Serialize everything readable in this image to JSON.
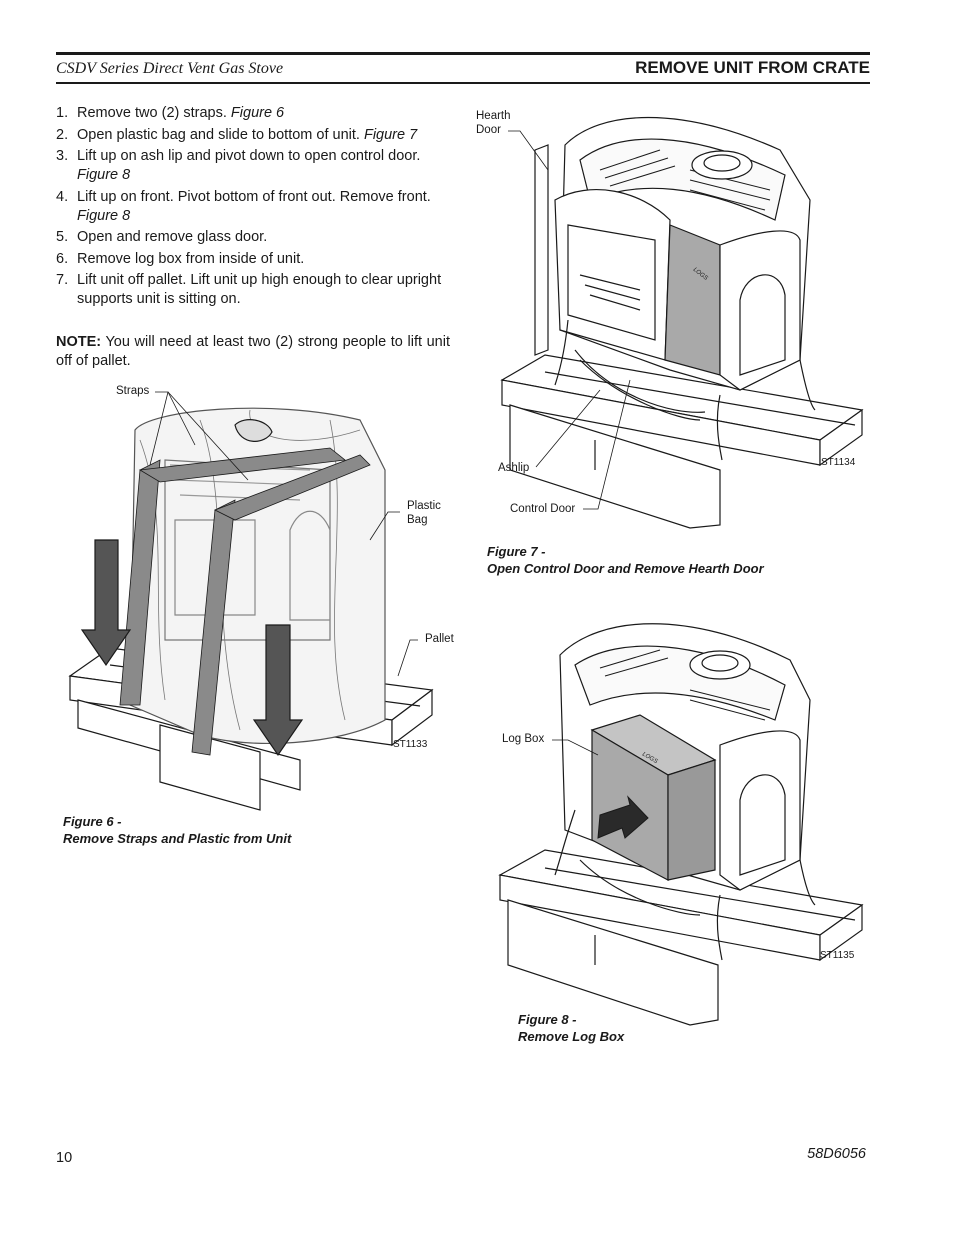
{
  "header": {
    "left": "CSDV Series Direct Vent Gas Stove",
    "right": "REMOVE UNIT FROM CRATE"
  },
  "steps": [
    {
      "num": "1.",
      "text": "Remove two (2) straps. ",
      "ref": "Figure 6"
    },
    {
      "num": "2.",
      "text": "Open plastic bag and slide to bottom of unit. ",
      "ref": "Figure 7"
    },
    {
      "num": "3.",
      "text": "Lift up on ash lip and pivot down to open control door. ",
      "ref": "Figure 8"
    },
    {
      "num": "4.",
      "text": "Lift up on front. Pivot bottom of front out. Remove front. ",
      "ref": "Figure 8"
    },
    {
      "num": "5.",
      "text": "Open and remove glass door.",
      "ref": ""
    },
    {
      "num": "6.",
      "text": "Remove log box from inside of unit.",
      "ref": ""
    },
    {
      "num": "7.",
      "text": "Lift unit off pallet. Lift unit up high enough to clear upright supports unit is sitting on.",
      "ref": ""
    }
  ],
  "note": {
    "label": "NOTE:",
    "text": " You will need at least two (2) strong people to lift unit off of pallet."
  },
  "fig6": {
    "labels": {
      "straps": "Straps",
      "plastic_bag": "Plastic\nBag",
      "pallet": "Pallet"
    },
    "code": "ST1133",
    "caption": {
      "line1": "Figure 6 -",
      "line2": "Remove Straps and Plastic from Unit"
    }
  },
  "fig7": {
    "labels": {
      "hearth_door": "Hearth\nDoor",
      "ashlip": "Ashlip",
      "control_door": "Control Door",
      "logs": "LOGS"
    },
    "code": "ST1134",
    "caption": {
      "line1": "Figure 7 -",
      "line2": "Open Control Door and Remove Hearth Door"
    }
  },
  "fig8": {
    "labels": {
      "log_box": "Log Box",
      "logs": "LOGS"
    },
    "code": "ST1135",
    "caption": {
      "line1": "Figure 8 -",
      "line2": "Remove Log Box"
    }
  },
  "footer": {
    "page": "10",
    "doc": "58D6056"
  },
  "colors": {
    "ink": "#1a1a1a",
    "strap_gray": "#8a8a8a",
    "box_gray": "#a9a9a9"
  }
}
